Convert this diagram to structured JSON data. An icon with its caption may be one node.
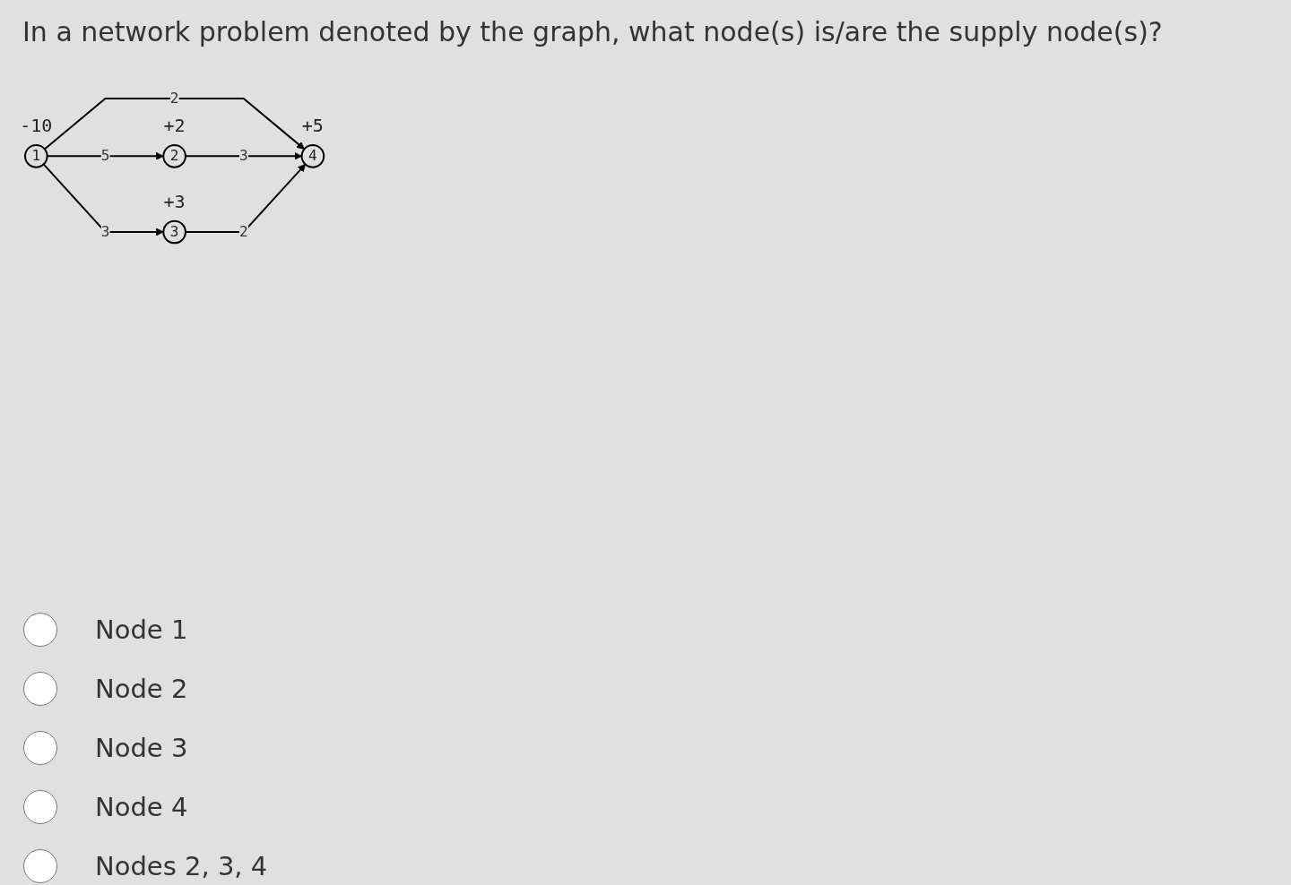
{
  "diagram": {
    "title": "In a network problem denoted by the graph, what node(s) is/are the supply node(s)?",
    "nodes": [
      {
        "text": [
          "1"
        ],
        "beside": [
          "-10"
        ]
      },
      {
        "text": [
          "2"
        ],
        "beside": [
          "+2"
        ]
      },
      {
        "text": [
          "3"
        ],
        "beside": [
          "+3"
        ]
      },
      {
        "text": [
          "4"
        ],
        "beside": [
          "+5"
        ]
      }
    ],
    "edges": [
      {
        "from": 0,
        "to": 1,
        "arrow": "to",
        "label": "5"
      },
      {
        "from": 0,
        "to": 3,
        "arrow": "to",
        "label": "2"
      },
      {
        "from": 0,
        "to": 2,
        "arrow": "to",
        "label": "3"
      },
      {
        "from": 1,
        "to": 3,
        "arrow": "to",
        "label": "3"
      },
      {
        "from": 2,
        "to": 3,
        "arrow": "to",
        "label": "2"
      }
    ],
    "labels": [
      "Node 1",
      "Node 2",
      "Node 3",
      "Node 4",
      "Nodes 2, 3, 4"
    ]
  }
}
